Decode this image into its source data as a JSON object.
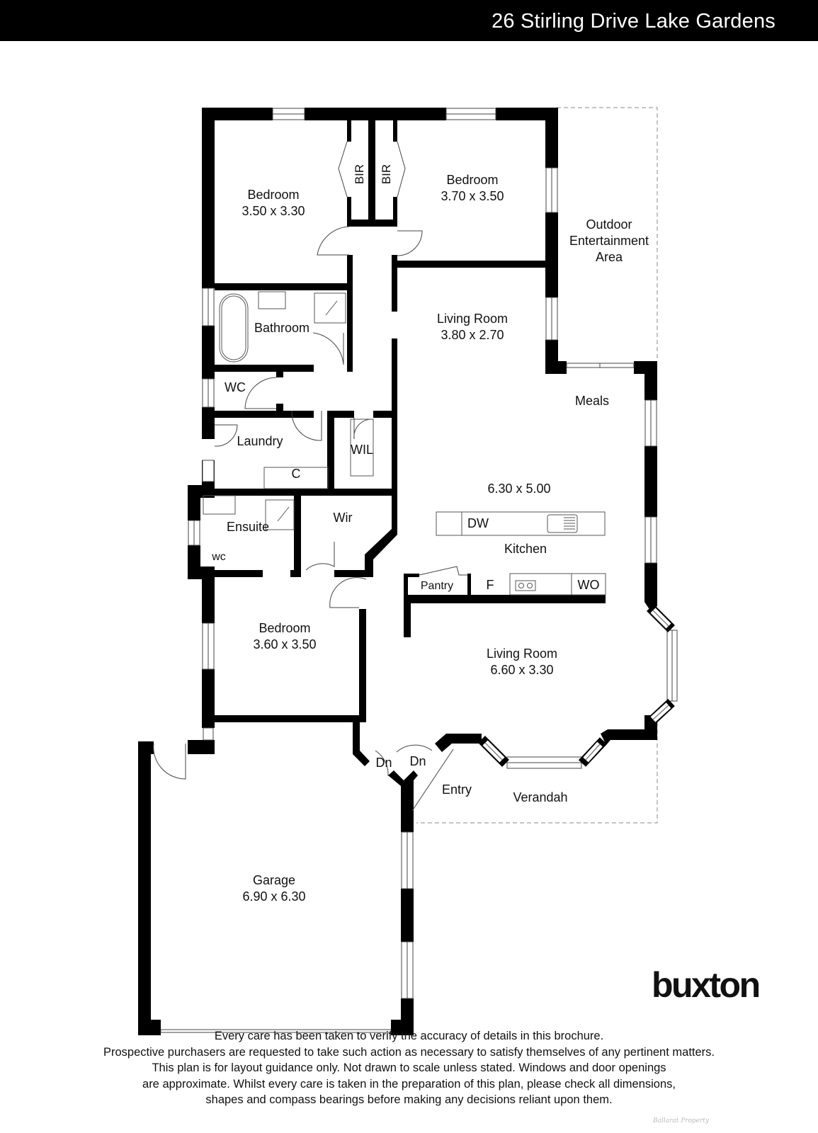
{
  "header": {
    "title": "26 Stirling Drive Lake Gardens"
  },
  "rooms": {
    "bedroom1": {
      "name": "Bedroom",
      "dims": "3.50 x 3.30"
    },
    "bir1": {
      "name": "BIR"
    },
    "bir2": {
      "name": "BIR"
    },
    "bedroom2": {
      "name": "Bedroom",
      "dims": "3.70 x 3.50"
    },
    "outdoor": {
      "line1": "Outdoor",
      "line2": "Entertainment",
      "line3": "Area"
    },
    "bathroom": {
      "name": "Bathroom"
    },
    "living1": {
      "name": "Living Room",
      "dims": "3.80 x 2.70"
    },
    "wc": {
      "name": "WC"
    },
    "meals": {
      "name": "Meals"
    },
    "laundry": {
      "name": "Laundry"
    },
    "cupboard": {
      "name": "C"
    },
    "wil": {
      "name": "WIL"
    },
    "kitchen_dims": {
      "dims": "6.30 x 5.00"
    },
    "dishwasher": {
      "name": "DW"
    },
    "kitchen": {
      "name": "Kitchen"
    },
    "ensuite": {
      "name": "Ensuite"
    },
    "ensuite_wc": {
      "name": "wc"
    },
    "wir": {
      "name": "Wir"
    },
    "pantry": {
      "name": "Pantry"
    },
    "fridge": {
      "name": "F"
    },
    "wall_oven": {
      "name": "WO"
    },
    "bedroom3": {
      "name": "Bedroom",
      "dims": "3.60 x 3.50"
    },
    "living2": {
      "name": "Living Room",
      "dims": "6.60 x 3.30"
    },
    "step_down1": {
      "name": "Dn"
    },
    "step_down2": {
      "name": "Dn"
    },
    "entry": {
      "name": "Entry"
    },
    "verandah": {
      "name": "Verandah"
    },
    "garage": {
      "name": "Garage",
      "dims": "6.90 x 6.30"
    }
  },
  "brand": {
    "logo_text": "buxton"
  },
  "disclaimer": {
    "lines": [
      "Every care has been taken to verify the accuracy of details in this brochure.",
      "Prospective purchasers are requested to take such action as necessary to satisfy themselves of any pertinent matters.",
      "This plan is for layout guidance only. Not drawn to scale unless stated. Windows and door openings",
      "are approximate. Whilst every care is taken in the preparation of this plan, please check all dimensions,",
      "shapes and compass bearings before making any decisions reliant upon them."
    ]
  },
  "watermark": {
    "text": "Ballarat Property"
  },
  "colors": {
    "wall": "#000000",
    "background": "#ffffff",
    "fixture_line": "#555555",
    "outdoor_dash": "#888888"
  }
}
